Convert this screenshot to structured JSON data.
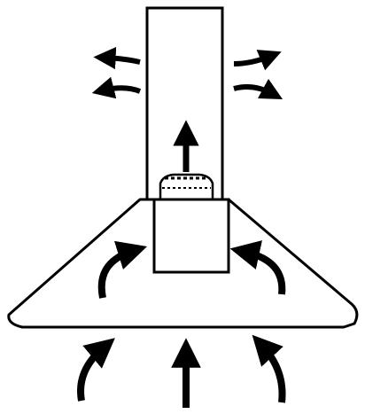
{
  "figure": {
    "kind": "chimney range hood airflow illustration",
    "colors": {
      "ink": "#000000",
      "paper": "#ffffff"
    },
    "icons": {
      "chimney": "chimney-icon",
      "canopy": "hood-canopy-icon",
      "filter": "filter-box-icon",
      "motor": "motor-icon",
      "arrow": "airflow-arrow-icon"
    },
    "airflow": {
      "intake_arrows": 3,
      "inner_arrows": 2,
      "exhaust_arrows": 1,
      "outlet_arrows_per_side": 2
    }
  }
}
